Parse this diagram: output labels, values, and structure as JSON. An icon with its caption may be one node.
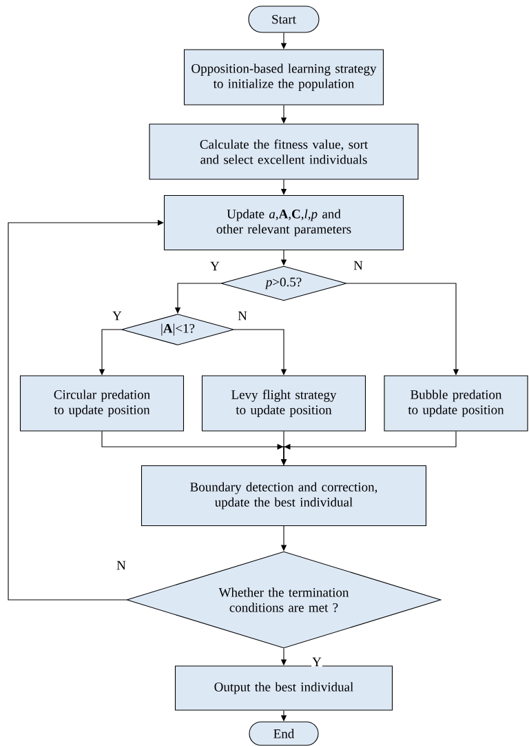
{
  "diagram": {
    "nodes": [
      {
        "text": [
          "Start"
        ]
      },
      {
        "text": [
          "Opposition-based learning strategy to initialize the population"
        ]
      },
      {
        "text": [
          "Calculate the fitness value, sort and select excellent individuals"
        ]
      },
      {
        "text": [
          "Update *a*,**A**,**C**,*l*,*p* and other relevant parameters"
        ]
      },
      {
        "text": [
          "*p*>0.5?"
        ]
      },
      {
        "text": [
          "|**A**|<1?"
        ]
      },
      {
        "text": [
          "Circular predation to update position"
        ]
      },
      {
        "text": [
          "Levy flight strategy to update position"
        ]
      },
      {
        "text": [
          "Bubble predation to update position"
        ]
      },
      {
        "text": [
          "Boundary detection and correction, update the best individual"
        ]
      },
      {
        "text": [
          "Whether the termination conditions are met ?"
        ]
      },
      {
        "text": [
          "Output the best individual"
        ]
      },
      {
        "text": [
          "End"
        ]
      }
    ],
    "edges": [
      {
        "from": 0,
        "to": 1,
        "arrow": "to"
      },
      {
        "from": 1,
        "to": 2,
        "arrow": "to"
      },
      {
        "from": 2,
        "to": 3,
        "arrow": "to"
      },
      {
        "from": 3,
        "to": 4,
        "arrow": "to"
      },
      {
        "from": 4,
        "to": 5,
        "arrow": "to",
        "label": "Y"
      },
      {
        "from": 4,
        "to": 8,
        "arrow": "to",
        "label": "N"
      },
      {
        "from": 5,
        "to": 6,
        "arrow": "to",
        "label": "Y"
      },
      {
        "from": 5,
        "to": 7,
        "arrow": "to",
        "label": "N"
      },
      {
        "from": 6,
        "to": 9,
        "arrow": "to"
      },
      {
        "from": 7,
        "to": 9,
        "arrow": "to"
      },
      {
        "from": 8,
        "to": 9,
        "arrow": "to"
      },
      {
        "from": 9,
        "to": 10,
        "arrow": "to"
      },
      {
        "from": 10,
        "to": 3,
        "arrow": "to",
        "label": "N"
      },
      {
        "from": 10,
        "to": 11,
        "arrow": "to",
        "label": "Y"
      },
      {
        "from": 11,
        "to": 12,
        "arrow": "to"
      }
    ]
  }
}
